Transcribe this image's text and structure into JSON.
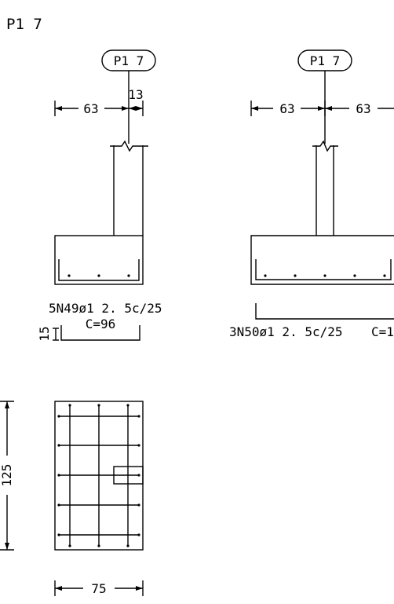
{
  "sheet_title": "P1 7",
  "left_view": {
    "column_tag": "P1 7",
    "dim_left": "63",
    "dim_right": "13",
    "bar_label": "5N49ø1 2. 5c/25",
    "hook_length": "15",
    "bar_length": "C=96"
  },
  "right_view": {
    "column_tag": "P1 7",
    "dim_left": "63",
    "dim_right": "63",
    "bar_label": "3N50ø1 2. 5c/25",
    "bar_length": "C=1"
  },
  "plan_view": {
    "height_dim": "125",
    "width_dim": "75"
  }
}
